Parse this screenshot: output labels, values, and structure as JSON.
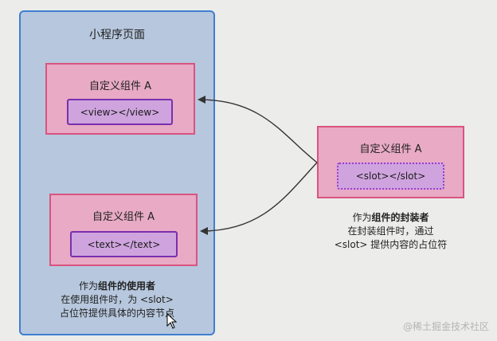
{
  "page": {
    "title": "小程序页面"
  },
  "component_top": {
    "title": "自定义组件 A",
    "inner": "<view></view>"
  },
  "component_bottom": {
    "title": "自定义组件 A",
    "inner": "<text></text>"
  },
  "component_right": {
    "title": "自定义组件 A",
    "inner": "<slot></slot>"
  },
  "caption_user": {
    "prefix": "作为",
    "bold": "组件的使用者",
    "line2": "在使用组件时，为 <slot>",
    "line3": "占位符提供具体的内容节点"
  },
  "caption_wrapper": {
    "prefix": "作为",
    "bold": "组件的封装者",
    "line2": "在封装组件时，通过",
    "line3": "<slot> 提供内容的占位符"
  },
  "watermark": "@稀土掘金技术社区"
}
